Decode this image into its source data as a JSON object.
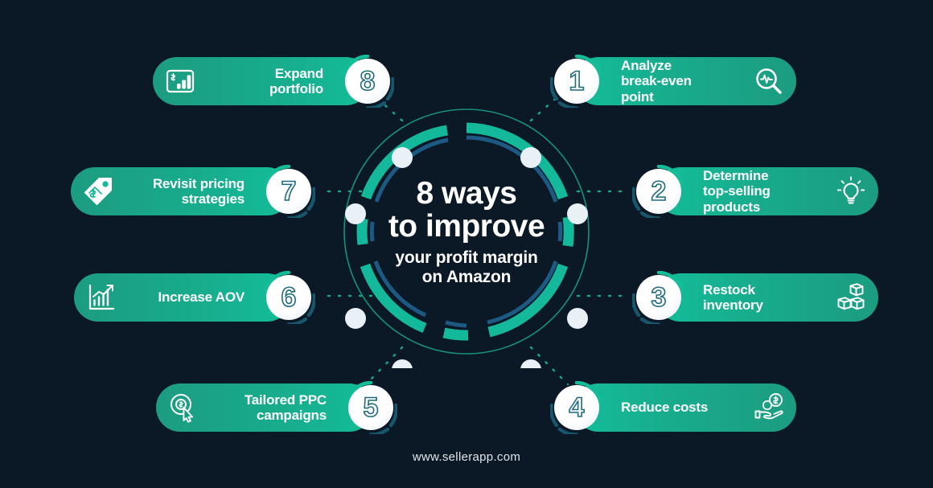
{
  "meta": {
    "background_color": "#0b1826",
    "accent_teal": "#13bd99",
    "accent_dark_teal": "#1c9c81",
    "ring_dark": "#1f5e78",
    "number_outline": "#1f6b7d"
  },
  "center": {
    "line1": "8 ways",
    "line2": "to improve",
    "line3": "your profit margin",
    "line4": "on Amazon"
  },
  "footer": {
    "url": "www.sellerapp.com"
  },
  "items": [
    {
      "number": "1",
      "label": "Analyze\nbreak-even\npoint",
      "icon": "magnifier-pulse-icon",
      "side": "right"
    },
    {
      "number": "2",
      "label": "Determine\ntop-selling\nproducts",
      "icon": "lightbulb-icon",
      "side": "right"
    },
    {
      "number": "3",
      "label": "Restock\ninventory",
      "icon": "boxes-icon",
      "side": "right"
    },
    {
      "number": "4",
      "label": "Reduce costs",
      "icon": "hand-coin-icon",
      "side": "right"
    },
    {
      "number": "5",
      "label": "Tailored PPC\ncampaigns",
      "icon": "click-target-icon",
      "side": "left"
    },
    {
      "number": "6",
      "label": "Increase AOV",
      "icon": "growth-chart-icon",
      "side": "left"
    },
    {
      "number": "7",
      "label": "Revisit pricing\nstrategies",
      "icon": "price-tag-icon",
      "side": "left"
    },
    {
      "number": "8",
      "label": "Expand\nportfolio",
      "icon": "dollar-bars-icon",
      "side": "left"
    }
  ]
}
